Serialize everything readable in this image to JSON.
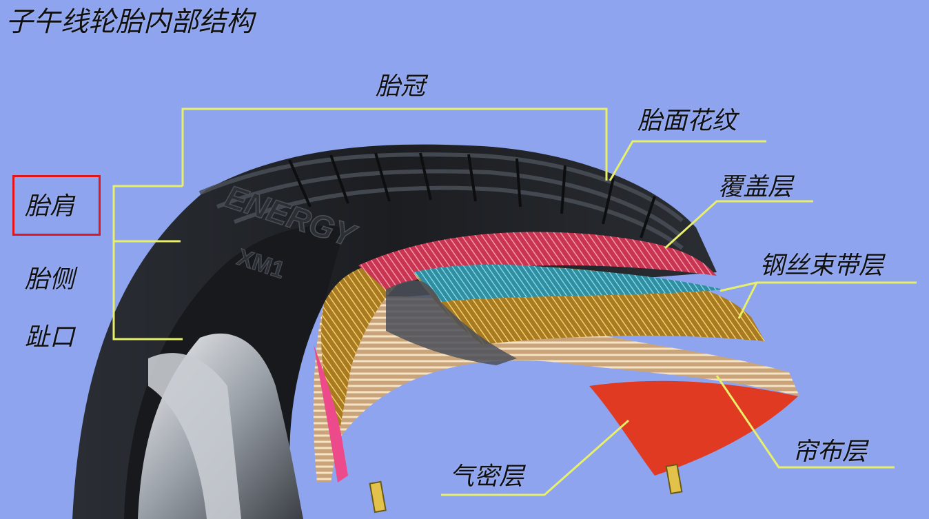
{
  "title": "子午线轮胎内部结构",
  "labels": {
    "crown": "胎冠",
    "tread_pattern": "胎面花纹",
    "cap_ply": "覆盖层",
    "shoulder": "胎肩",
    "steel_belt": "钢丝束带层",
    "sidewall": "胎侧",
    "bead": "趾口",
    "body_ply": "帘布层",
    "inner_liner": "气密层"
  },
  "tire_text": {
    "brand": "ENERGY",
    "model": "XM1"
  },
  "colors": {
    "background": "#8ea4ef",
    "leader_line": "#e8f06a",
    "highlight_box": "#e0161b",
    "cap_ply": "#d8405e",
    "steel_belt_top": "#3aa8b8",
    "steel_belt": "#d9a83a",
    "body_ply": "#e6c79a",
    "inner_liner": "#e03a22",
    "rubber": "#1f2226"
  }
}
